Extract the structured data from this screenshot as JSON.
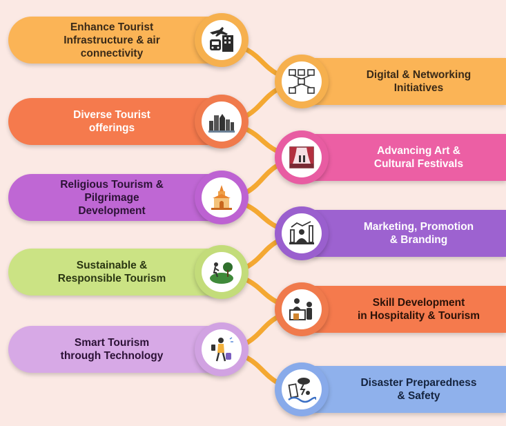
{
  "items": [
    {
      "label": "Enhance Tourist\nInfrastructure & air\nconnectivity",
      "icon": "airport-train-icon",
      "color": "#fbb456",
      "text_color": "#3a2a18"
    },
    {
      "label": "Digital & Networking\nInitiatives",
      "icon": "network-icon",
      "color": "#fbb456",
      "text_color": "#3a2a18"
    },
    {
      "label": "Diverse Tourist\nofferings",
      "icon": "cityscape-icon",
      "color": "#f57a4d",
      "text_color": "#ffffff"
    },
    {
      "label": "Advancing Art &\nCultural Festivals",
      "icon": "stage-icon",
      "color": "#ec5fa4",
      "text_color": "#ffffff"
    },
    {
      "label": "Religious Tourism &\nPilgrimage\nDevelopment",
      "icon": "temple-icon",
      "color": "#bf67d4",
      "text_color": "#2c1236"
    },
    {
      "label": "Marketing, Promotion\n& Branding",
      "icon": "marketing-chart-icon",
      "color": "#9d62d0",
      "text_color": "#ffffff"
    },
    {
      "label": "Sustainable &\nResponsible Tourism",
      "icon": "earth-hiker-icon",
      "color": "#cbe384",
      "text_color": "#2a3612"
    },
    {
      "label": "Skill Development\nin Hospitality & Tourism",
      "icon": "reception-icon",
      "color": "#f57a4d",
      "text_color": "#2b1208"
    },
    {
      "label": "Smart Tourism\nthrough Technology",
      "icon": "traveler-phone-icon",
      "color": "#d7a9e6",
      "text_color": "#2c1236"
    },
    {
      "label": "Disaster Preparedness\n& Safety",
      "icon": "disaster-icon",
      "color": "#8fb1ec",
      "text_color": "#15243f"
    }
  ]
}
